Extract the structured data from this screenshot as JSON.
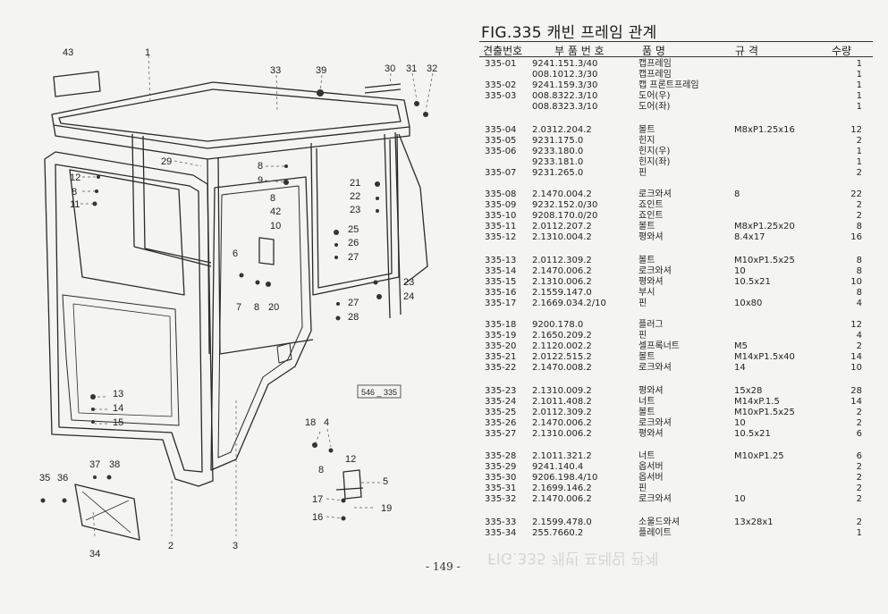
{
  "title": "FIG.335 캐빈 프레임 관계",
  "headers": {
    "no": "견출번호",
    "part": "부 품 번 호",
    "name": "품      명",
    "spec": "규      격",
    "qty": "수량"
  },
  "rows": [
    [
      "335-01",
      "9241.151.3/40",
      "캡프레임",
      "",
      "1"
    ],
    [
      "",
      "008.1012.3/30",
      "캡프레임",
      "",
      "1"
    ],
    [
      "335-02",
      "9241.159.3/30",
      "캡 프론트프레임",
      "",
      "1"
    ],
    [
      "335-03",
      "008.8322.3/10",
      "도어(우)",
      "",
      "1"
    ],
    [
      "",
      "008.8323.3/10",
      "도어(좌)",
      "",
      "1"
    ],
    [
      "335-04",
      "2.0312.204.2",
      "볼트",
      "M8xP1.25x16",
      "12"
    ],
    [
      "335-05",
      "9231.175.0",
      "힌지",
      "",
      "2"
    ],
    [
      "335-06",
      "9233.180.0",
      "힌지(우)",
      "",
      "1"
    ],
    [
      "",
      "9233.181.0",
      "힌지(좌)",
      "",
      "1"
    ],
    [
      "335-07",
      "9231.265.0",
      "핀",
      "",
      "2"
    ],
    [
      "335-08",
      "2.1470.004.2",
      "로크와셔",
      "8",
      "22"
    ],
    [
      "335-09",
      "9232.152.0/30",
      "죠인트",
      "",
      "2"
    ],
    [
      "335-10",
      "9208.170.0/20",
      "죠인트",
      "",
      "2"
    ],
    [
      "335-11",
      "2.0112.207.2",
      "볼트",
      "M8xP1.25x20",
      "8"
    ],
    [
      "335-12",
      "2.1310.004.2",
      "평와셔",
      "8.4x17",
      "16"
    ],
    [
      "335-13",
      "2.0112.309.2",
      "볼트",
      "M10xP1.5x25",
      "8"
    ],
    [
      "335-14",
      "2.1470.006.2",
      "로크와셔",
      "10",
      "8"
    ],
    [
      "335-15",
      "2.1310.006.2",
      "평와셔",
      "10.5x21",
      "10"
    ],
    [
      "335-16",
      "2.1559.147.0",
      "부시",
      "",
      "8"
    ],
    [
      "335-17",
      "2.1669.034.2/10",
      "핀",
      "10x80",
      "4"
    ],
    [
      "335-18",
      "9200.178.0",
      "플러그",
      "",
      "12"
    ],
    [
      "335-19",
      "2.1650.209.2",
      "핀",
      "",
      "4"
    ],
    [
      "335-20",
      "2.1120.002.2",
      "셀프록너트",
      "M5",
      "2"
    ],
    [
      "335-21",
      "2.0122.515.2",
      "볼트",
      "M14xP1.5x40",
      "14"
    ],
    [
      "335-22",
      "2.1470.008.2",
      "로크와셔",
      "14",
      "10"
    ],
    [
      "335-23",
      "2.1310.009.2",
      "평와셔",
      "15x28",
      "28"
    ],
    [
      "335-24",
      "2.1011.408.2",
      "너트",
      "M14xP.1.5",
      "14"
    ],
    [
      "335-25",
      "2.0112.309.2",
      "볼트",
      "M10xP1.5x25",
      "2"
    ],
    [
      "335-26",
      "2.1470.006.2",
      "로크와셔",
      "10",
      "2"
    ],
    [
      "335-27",
      "2.1310.006.2",
      "평와셔",
      "10.5x21",
      "6"
    ],
    [
      "335-28",
      "2.1011.321.2",
      "너트",
      "M10xP1.25",
      "6"
    ],
    [
      "335-29",
      "9241.140.4",
      "옵서버",
      "",
      "2"
    ],
    [
      "335-30",
      "9206.198.4/10",
      "옵서버",
      "",
      "2"
    ],
    [
      "335-31",
      "2.1699.146.2",
      "핀",
      "",
      "2"
    ],
    [
      "335-32",
      "2.1470.006.2",
      "로크와셔",
      "10",
      "2"
    ],
    [
      "335-33",
      "2.1599.478.0",
      "소울드와셔",
      "13x28x1",
      "2"
    ],
    [
      "335-34",
      "255.7660.2",
      "플레이트",
      "",
      "1"
    ]
  ],
  "row_tops": [
    66,
    78,
    90,
    102,
    114,
    140,
    152,
    164,
    176,
    188,
    212,
    224,
    236,
    248,
    260,
    286,
    298,
    310,
    322,
    334,
    358,
    370,
    382,
    394,
    406,
    432,
    444,
    456,
    468,
    480,
    505,
    517,
    529,
    541,
    553,
    579,
    591
  ],
  "diagram": {
    "callouts": [
      "43",
      "1",
      "33",
      "39",
      "30",
      "31",
      "32",
      "29",
      "8",
      "9",
      "12",
      "8",
      "11",
      "21",
      "22",
      "23",
      "8",
      "42",
      "10",
      "25",
      "26",
      "27",
      "6",
      "23",
      "24",
      "27",
      "28",
      "7",
      "8",
      "20",
      "13",
      "14",
      "15",
      "18",
      "4",
      "12",
      "8",
      "5",
      "17",
      "19",
      "16",
      "37",
      "38",
      "35",
      "36",
      "34",
      "2",
      "3"
    ],
    "label_box": "546 _ 335"
  },
  "page_number": "- 149 -",
  "ghost_text": "FIG.335 캐빈 프레임 관계"
}
